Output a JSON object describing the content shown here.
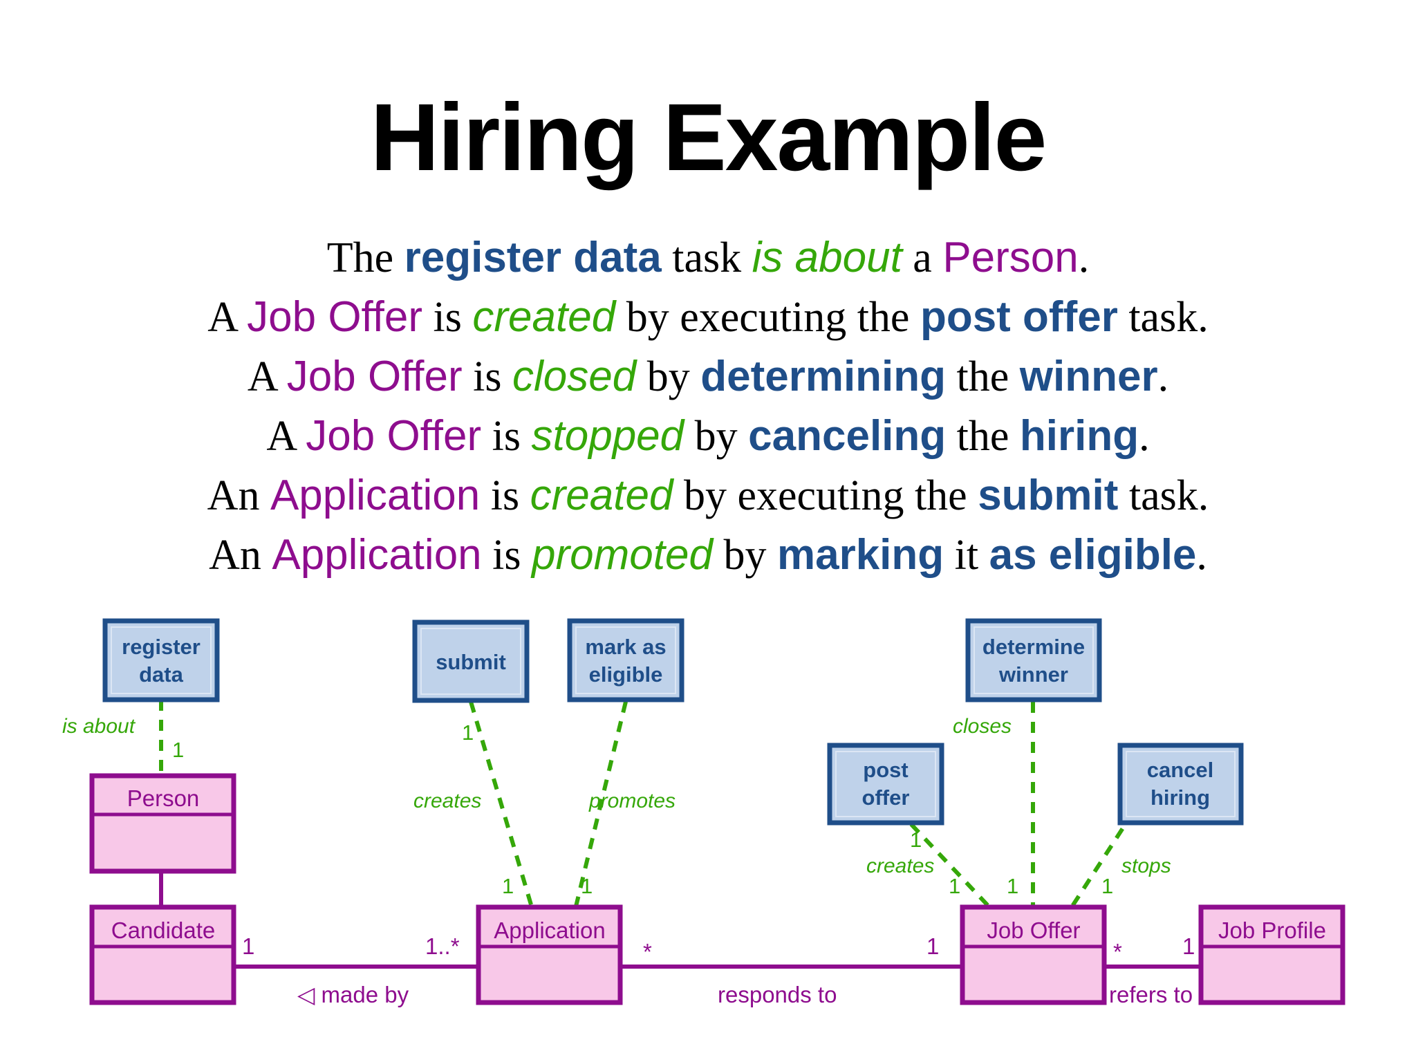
{
  "title": "Hiring Example",
  "sentences": [
    {
      "id": "sentence-1",
      "parts": [
        {
          "t": "The ",
          "k": "plain"
        },
        {
          "t": "register data",
          "k": "task"
        },
        {
          "t": " task ",
          "k": "plain"
        },
        {
          "t": "is about",
          "k": "rel"
        },
        {
          "t": " a ",
          "k": "plain"
        },
        {
          "t": "Person",
          "k": "class"
        },
        {
          "t": ".",
          "k": "plain"
        }
      ]
    },
    {
      "id": "sentence-2",
      "parts": [
        {
          "t": "A ",
          "k": "plain"
        },
        {
          "t": "Job Offer",
          "k": "class"
        },
        {
          "t": " is ",
          "k": "plain"
        },
        {
          "t": "created",
          "k": "rel"
        },
        {
          "t": " by executing the ",
          "k": "plain"
        },
        {
          "t": "post offer",
          "k": "task"
        },
        {
          "t": " task.",
          "k": "plain"
        }
      ]
    },
    {
      "id": "sentence-3",
      "parts": [
        {
          "t": "A ",
          "k": "plain"
        },
        {
          "t": "Job Offer",
          "k": "class"
        },
        {
          "t": " is ",
          "k": "plain"
        },
        {
          "t": "closed",
          "k": "rel"
        },
        {
          "t": " by ",
          "k": "plain"
        },
        {
          "t": "determining",
          "k": "task"
        },
        {
          "t": " the ",
          "k": "plain"
        },
        {
          "t": "winner",
          "k": "task"
        },
        {
          "t": ".",
          "k": "plain"
        }
      ]
    },
    {
      "id": "sentence-4",
      "parts": [
        {
          "t": "A ",
          "k": "plain"
        },
        {
          "t": "Job Offer",
          "k": "class"
        },
        {
          "t": " is ",
          "k": "plain"
        },
        {
          "t": "stopped",
          "k": "rel"
        },
        {
          "t": " by ",
          "k": "plain"
        },
        {
          "t": "canceling",
          "k": "task"
        },
        {
          "t": " the ",
          "k": "plain"
        },
        {
          "t": "hiring",
          "k": "task"
        },
        {
          "t": ".",
          "k": "plain"
        }
      ]
    },
    {
      "id": "sentence-5",
      "parts": [
        {
          "t": "An ",
          "k": "plain"
        },
        {
          "t": "Application",
          "k": "class"
        },
        {
          "t": " is ",
          "k": "plain"
        },
        {
          "t": "created",
          "k": "rel"
        },
        {
          "t": " by executing the ",
          "k": "plain"
        },
        {
          "t": "submit",
          "k": "task"
        },
        {
          "t": " task.",
          "k": "plain"
        }
      ]
    },
    {
      "id": "sentence-6",
      "parts": [
        {
          "t": "An ",
          "k": "plain"
        },
        {
          "t": "Application",
          "k": "class"
        },
        {
          "t": " is ",
          "k": "plain"
        },
        {
          "t": "promoted",
          "k": "rel"
        },
        {
          "t": " by ",
          "k": "plain"
        },
        {
          "t": "marking",
          "k": "task"
        },
        {
          "t": " it ",
          "k": "plain"
        },
        {
          "t": "as eligible",
          "k": "task"
        },
        {
          "t": ".",
          "k": "plain"
        }
      ]
    }
  ],
  "diagram": {
    "tasks": [
      {
        "name": "register-data",
        "lines": [
          "register",
          "data"
        ]
      },
      {
        "name": "submit",
        "lines": [
          "submit"
        ]
      },
      {
        "name": "mark-as-eligible",
        "lines": [
          "mark as",
          "eligible"
        ]
      },
      {
        "name": "determine-winner",
        "lines": [
          "determine",
          "winner"
        ]
      },
      {
        "name": "post-offer",
        "lines": [
          "post",
          "offer"
        ]
      },
      {
        "name": "cancel-hiring",
        "lines": [
          "cancel",
          "hiring"
        ]
      }
    ],
    "classes": [
      {
        "name": "person",
        "label": "Person"
      },
      {
        "name": "candidate",
        "label": "Candidate"
      },
      {
        "name": "application",
        "label": "Application"
      },
      {
        "name": "job-offer",
        "label": "Job Offer"
      },
      {
        "name": "job-profile",
        "label": "Job Profile"
      }
    ],
    "dependency_labels": [
      {
        "name": "is-about",
        "text": "is about"
      },
      {
        "name": "creates-application",
        "text": "creates"
      },
      {
        "name": "promotes",
        "text": "promotes"
      },
      {
        "name": "closes",
        "text": "closes"
      },
      {
        "name": "creates-offer",
        "text": "creates"
      },
      {
        "name": "stops",
        "text": "stops"
      }
    ],
    "association_labels": [
      {
        "name": "made-by",
        "text": "◁ made by"
      },
      {
        "name": "responds-to",
        "text": "responds to"
      },
      {
        "name": "refers-to",
        "text": "refers to"
      }
    ],
    "multiplicities": {
      "is_about_person": "1",
      "submit_top": "1",
      "submit_bottom": "1",
      "mark_bottom": "1",
      "post_offer_top": "1",
      "post_offer_bottom": "1",
      "determine_bottom": "1",
      "cancel_bottom": "1",
      "candidate_side": "1",
      "application_left": "1..*",
      "application_right": "*",
      "joboffer_left": "1",
      "joboffer_right": "*",
      "jobprofile_left": "1"
    }
  },
  "colors": {
    "task_fill": "#BFD2EA",
    "task_border": "#1F4E89",
    "class_fill": "#F8C8E8",
    "class_border": "#8E0D8E",
    "relation_green": "#35A709",
    "text_black": "#000000"
  }
}
